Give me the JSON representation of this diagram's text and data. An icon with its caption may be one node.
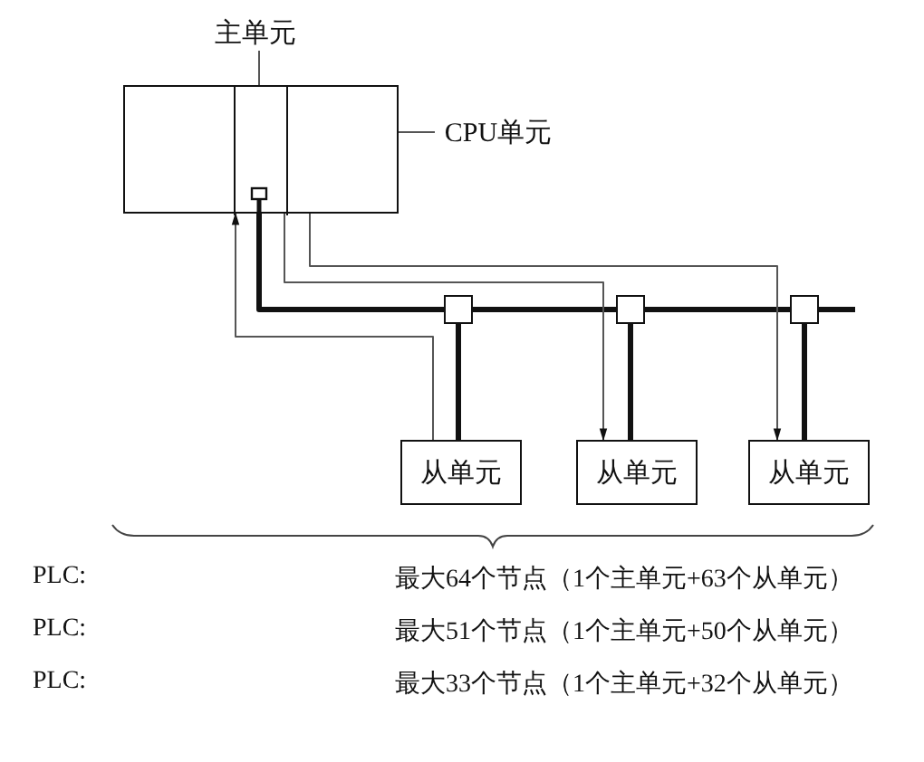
{
  "diagram": {
    "nodes": [
      {
        "text": [],
        "shape": "box"
      },
      {
        "text": [],
        "shape": "box",
        "in": 0
      },
      {
        "text": [],
        "shape": "box",
        "in": 0
      },
      {
        "text": [
          "主单元"
        ]
      },
      {
        "text": [
          "CPU单元"
        ]
      },
      {
        "text": [],
        "shape": "box"
      },
      {
        "text": [],
        "shape": "box"
      },
      {
        "text": [],
        "shape": "box"
      },
      {
        "text": [
          "从单元"
        ]
      },
      {
        "text": [
          "从单元"
        ]
      },
      {
        "text": [
          "从单元"
        ]
      }
    ],
    "edges": [
      {
        "from": 1,
        "to": 5,
        "arrow": "none"
      },
      {
        "from": 5,
        "to": 6,
        "arrow": "none"
      },
      {
        "from": 6,
        "to": 7,
        "arrow": "none"
      },
      {
        "from": 7,
        "to": null,
        "arrow": "none"
      },
      {
        "from": 5,
        "to": 8,
        "arrow": "none"
      },
      {
        "from": 6,
        "to": 9,
        "arrow": "none"
      },
      {
        "from": 7,
        "to": 10,
        "arrow": "none"
      },
      {
        "from": 3,
        "to": 1,
        "arrow": "none",
        "color": "#555555"
      },
      {
        "from": 4,
        "to": 2,
        "arrow": "none",
        "color": "#555555"
      },
      {
        "from": 8,
        "to": 1,
        "arrow": "to",
        "color": "#555555"
      },
      {
        "from": 2,
        "to": 9,
        "arrow": "to",
        "color": "#555555"
      },
      {
        "from": 2,
        "to": 10,
        "arrow": "to",
        "color": "#555555"
      }
    ],
    "labels": [
      "PLC:",
      "最大64个节点（1个主单元+63个从单元）",
      "PLC:",
      "最大51个节点（1个主单元+50个从单元）",
      "PLC:",
      "最大33个节点（1个主单元+32个从单元）"
    ]
  }
}
